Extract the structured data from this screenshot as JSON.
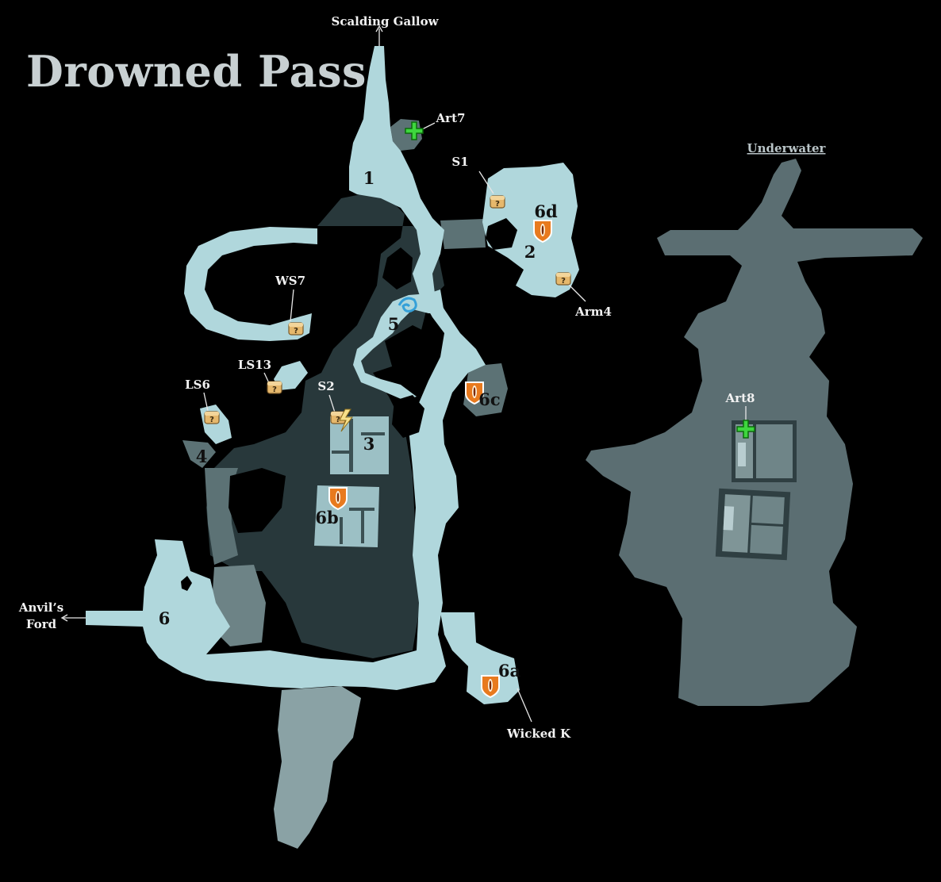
{
  "title": "Drowned Pass",
  "underwater_label": "Underwater",
  "exits": {
    "north": "Scalding Gallow",
    "west_line1": "Anvil’s",
    "west_line2": "Ford"
  },
  "area_numbers": [
    "1",
    "2",
    "3",
    "4",
    "5",
    "6"
  ],
  "sub_areas": [
    "6a",
    "6b",
    "6c",
    "6d"
  ],
  "markers": {
    "art7": "Art7",
    "art8": "Art8",
    "s1": "S1",
    "s2": "S2",
    "ws7": "WS7",
    "ls13": "LS13",
    "ls6": "LS6",
    "arm4": "Arm4",
    "wicked_k": "Wicked K"
  },
  "icons": {
    "collectible": "question-chest-icon",
    "artifact": "green-artifact-icon",
    "enemy": "orange-shield-eye-icon",
    "fast_travel": "blue-swirl-icon"
  },
  "colors": {
    "background": "#000000",
    "light_path": "#b0d7dc",
    "mid_ground": "#5c7275",
    "dark_ground": "#28383b",
    "underwater": "#5b6e72",
    "enemy_orange": "#e87a1e",
    "artifact_green": "#3ed63e",
    "chest_gold": "#e6b86c",
    "waypoint_blue": "#35a0d8"
  }
}
